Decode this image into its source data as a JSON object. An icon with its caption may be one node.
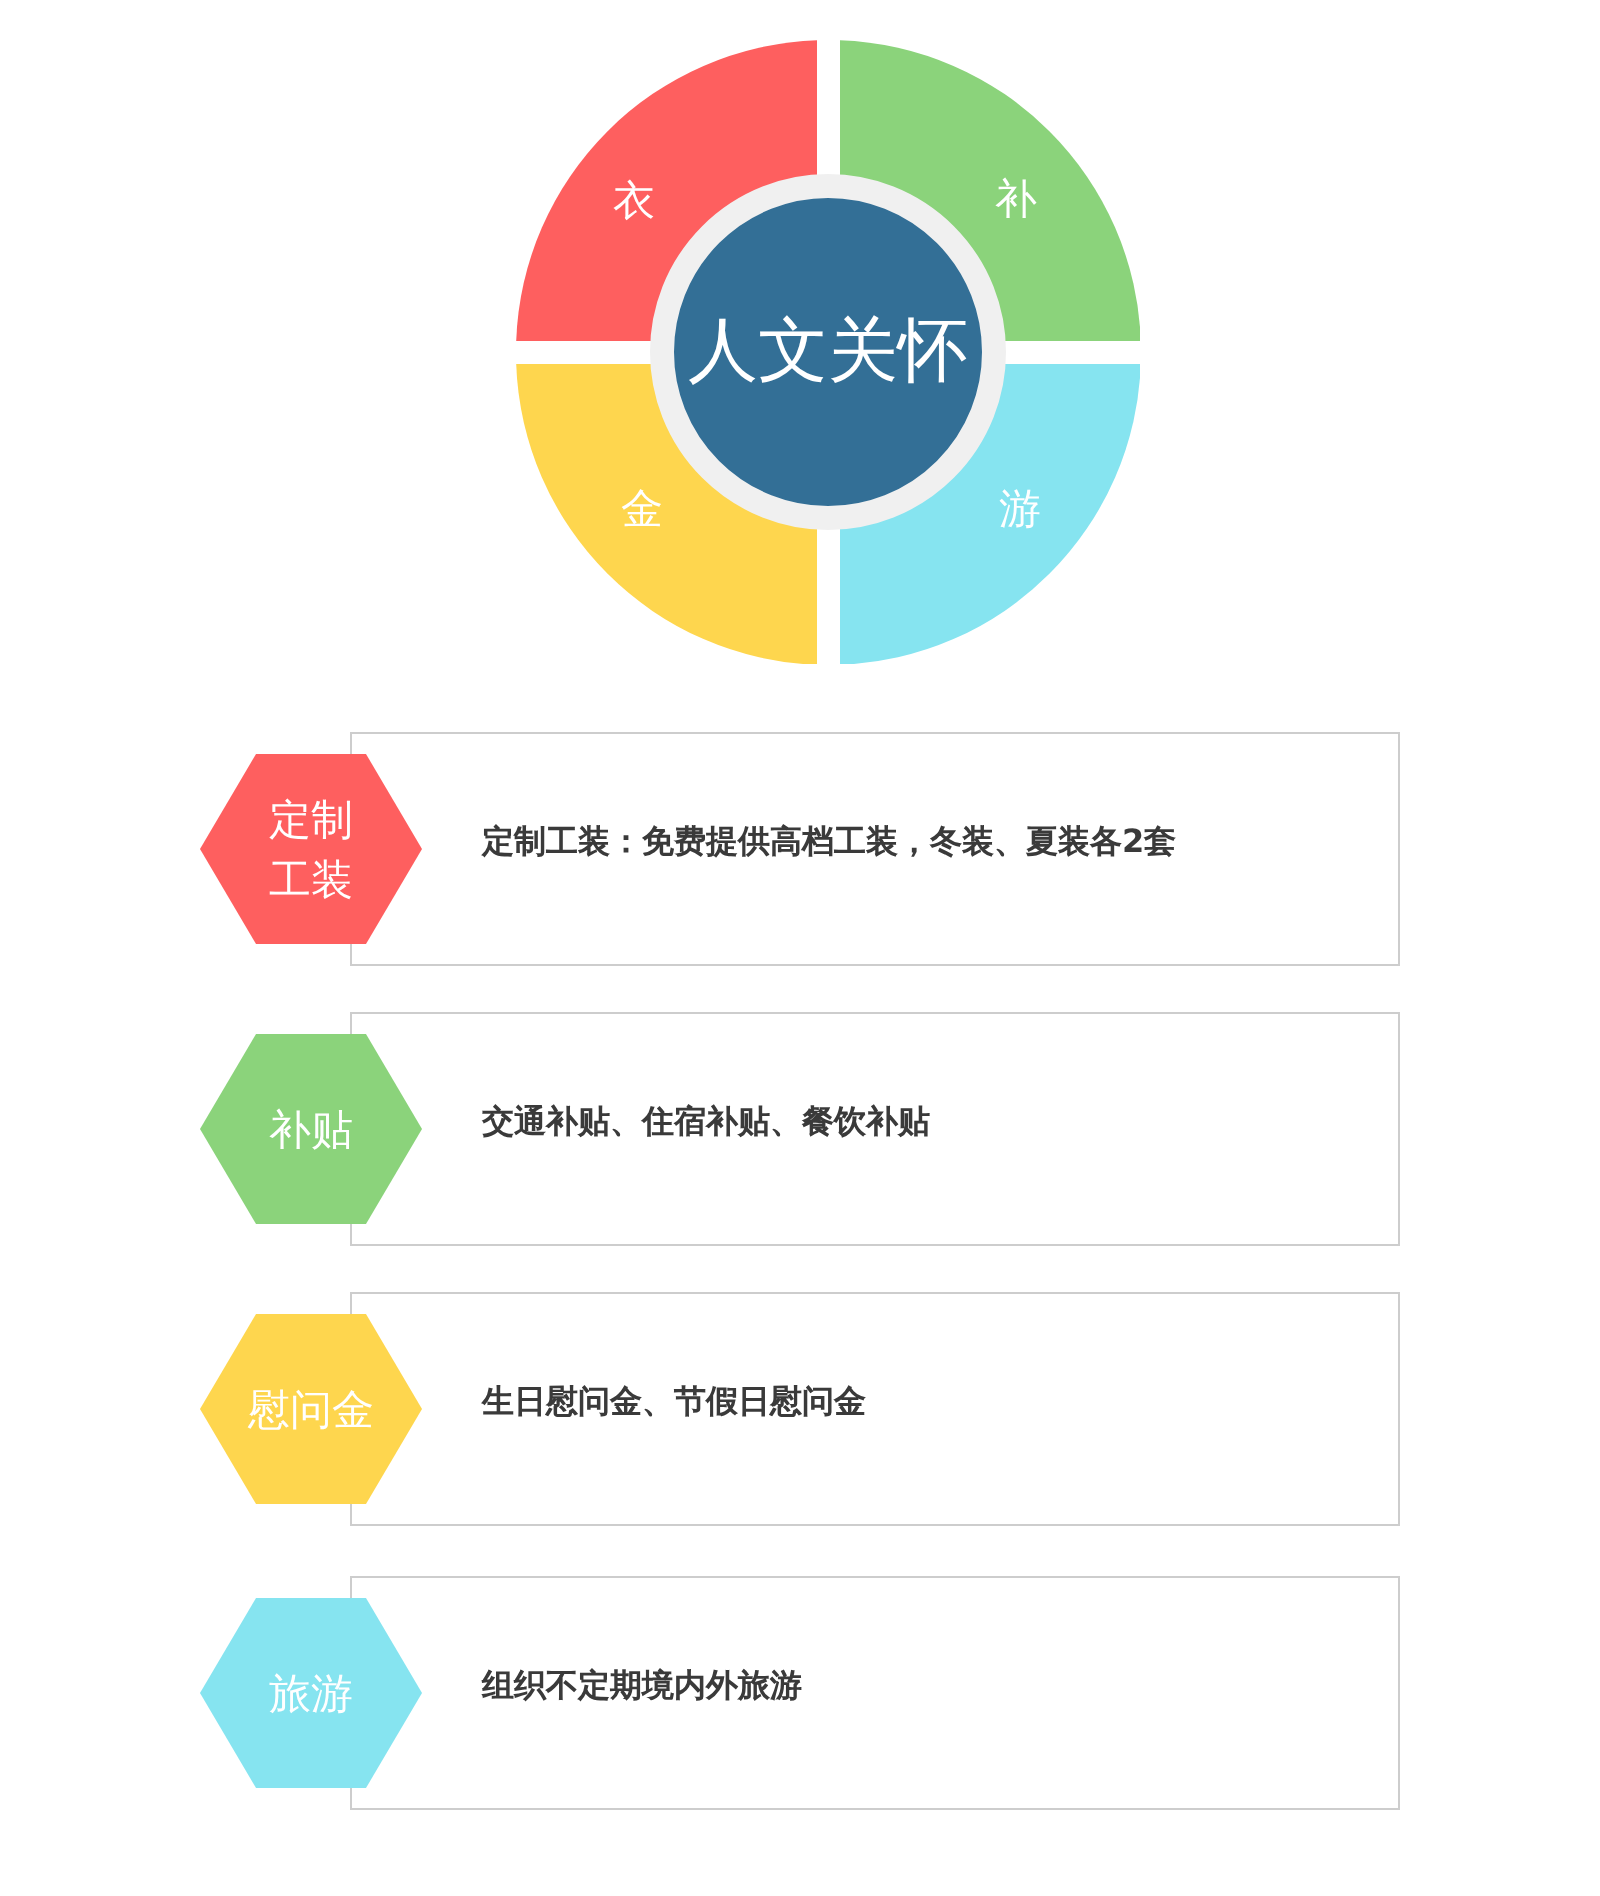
{
  "diagram": {
    "nodes": [
      {
        "text": [
          "人文关怀"
        ]
      },
      {
        "text": [
          "衣"
        ]
      },
      {
        "text": [
          "补"
        ]
      },
      {
        "text": [
          "金"
        ]
      },
      {
        "text": [
          "游"
        ]
      },
      {
        "text": [
          "定制工装"
        ]
      },
      {
        "text": [
          "定制工装：免费提供高档工装，冬装、夏装各2套"
        ]
      },
      {
        "text": [
          "补贴"
        ]
      },
      {
        "text": [
          "交通补贴、住宿补贴、餐饮补贴"
        ]
      },
      {
        "text": [
          "慰问金"
        ]
      },
      {
        "text": [
          "生日慰问金、节假日慰问金"
        ]
      },
      {
        "text": [
          "旅游"
        ]
      },
      {
        "text": [
          "组织不定期境内外旅游"
        ]
      }
    ]
  }
}
